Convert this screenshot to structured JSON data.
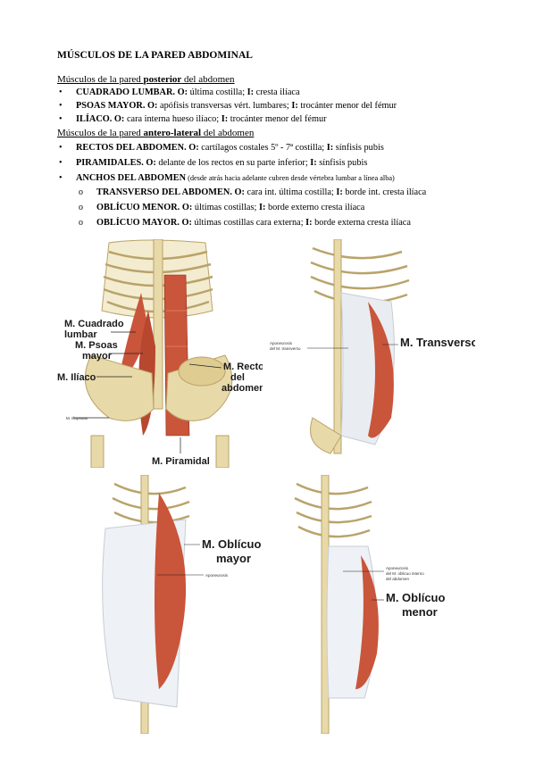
{
  "title": "MÚSCULOS DE LA PARED ABDOMINAL",
  "posterior": {
    "prefix": "Músculos de la pared ",
    "bold": "posterior",
    "suffix": " del abdomen",
    "items": [
      {
        "name": "CUADRADO LUMBAR.",
        "o": "O:",
        "o_text": " última costilla; ",
        "i": "I:",
        "i_text": " cresta ilíaca"
      },
      {
        "name": "PSOAS MAYOR.",
        "o": "O:",
        "o_text": " apófisis transversas vért. lumbares; ",
        "i": "I:",
        "i_text": " trocánter menor del fémur"
      },
      {
        "name": "ILÍACO.",
        "o": "O:",
        "o_text": " cara interna hueso ilíaco; ",
        "i": "I:",
        "i_text": " trocánter menor del fémur"
      }
    ]
  },
  "anterolateral": {
    "prefix": "Músculos de la pared ",
    "bold": "antero-lateral",
    "suffix": " del abdomen",
    "items": [
      {
        "name": "RECTOS DEL ABDOMEN.",
        "o": "O:",
        "o_text": " cartílagos costales 5º - 7ª costilla; ",
        "i": "I:",
        "i_text": " sínfisis pubis"
      },
      {
        "name": "PIRAMIDALES.",
        "o": "O:",
        "o_text": " delante de los rectos en su parte inferior; ",
        "i": "I:",
        "i_text": " sínfisis pubis"
      }
    ],
    "anchos": {
      "name": "ANCHOS DEL ABDOMEN",
      "note": " (desde atrás hacia adelante cubren desde vértebra lumbar a línea alba)"
    },
    "subitems": [
      {
        "name": "TRANSVERSO DEL ABDOMEN.",
        "o": "O:",
        "o_text": " cara int. última costilla; ",
        "i": "I:",
        "i_text": " borde int. cresta ilíaca"
      },
      {
        "name": "OBLÍCUO MENOR.",
        "o": "O:",
        "o_text": " últimas costillas; ",
        "i": "I:",
        "i_text": " borde externo cresta ilíaca"
      },
      {
        "name": "OBLÍCUO MAYOR.",
        "o": "O:",
        "o_text": " últimas costillas cara externa; ",
        "i": "I:",
        "i_text": " borde externa cresta ilíaca"
      }
    ]
  },
  "figures": {
    "fig1": {
      "cuadrado": [
        "M. Cuadrado",
        "lumbar"
      ],
      "psoas": [
        "M. Psoas",
        "mayor"
      ],
      "iliaco": "M. Ilíaco",
      "recto": [
        "M. Recto",
        "del",
        "abdomen"
      ],
      "piramidal": "M. Piramidal",
      "iliopsoas": "M. Iliopsoas"
    },
    "fig2": {
      "aponeurosis": [
        "Aponeurosis",
        "del M. transverso"
      ],
      "name": "M. Transverso"
    },
    "fig3": {
      "name": [
        "M. Oblícuo",
        "mayor"
      ],
      "aponeurosis": "Aponeurosis"
    },
    "fig4": {
      "aponeurosis": [
        "Aponeurosis",
        "del M. oblicuo interno",
        "del abdomen"
      ],
      "name": [
        "M. Oblícuo",
        "menor"
      ]
    }
  },
  "colors": {
    "bone": "#e8d9a8",
    "bone_shade": "#b9a36a",
    "muscle": "#c9553a",
    "muscle_light": "#e08a6a",
    "aponeurosis": "#e9edf2"
  }
}
